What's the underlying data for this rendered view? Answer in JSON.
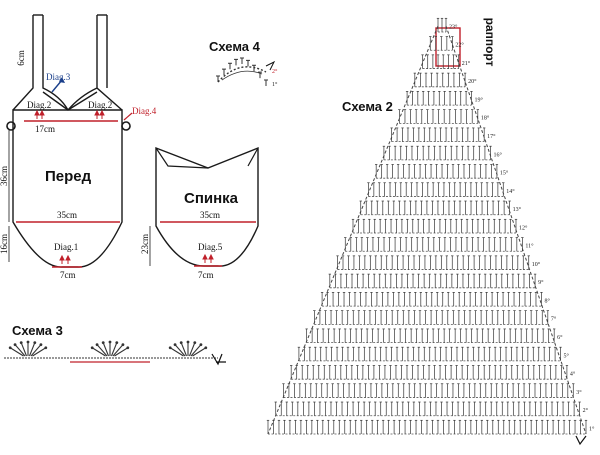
{
  "front": {
    "title": "Перед",
    "strap_height": "6cm",
    "diag3": "Diag.3",
    "diag2_left": "Diag.2",
    "diag2_right": "Diag.2",
    "diag4": "Diag.4",
    "top_width": "17cm",
    "body_height": "36cm",
    "waist_width": "35cm",
    "bottom_height": "16cm",
    "diag1": "Diag.1",
    "crotch_width": "7cm"
  },
  "back": {
    "title": "Спинка",
    "waist_width": "35cm",
    "bottom_height": "23cm",
    "diag5": "Diag.5",
    "crotch_width": "7cm"
  },
  "scheme4": {
    "title": "Схема 4",
    "row2": "2°",
    "row1": "1°"
  },
  "scheme3": {
    "title": "Схема 3"
  },
  "scheme2": {
    "title": "Схема 2",
    "rapport": "раппорт",
    "rows": [
      "23°",
      "22°",
      "21°",
      "20°",
      "19°",
      "18°",
      "17°",
      "16°",
      "15°",
      "14°",
      "13°",
      "12°",
      "11°",
      "10°",
      "9°",
      "8°",
      "7°",
      "6°",
      "5°",
      "4°",
      "3°",
      "2°",
      "1°"
    ]
  },
  "colors": {
    "line": "#1a1a1a",
    "red": "#c0202a",
    "blue": "#1a3f8a",
    "chain": "#333333"
  }
}
